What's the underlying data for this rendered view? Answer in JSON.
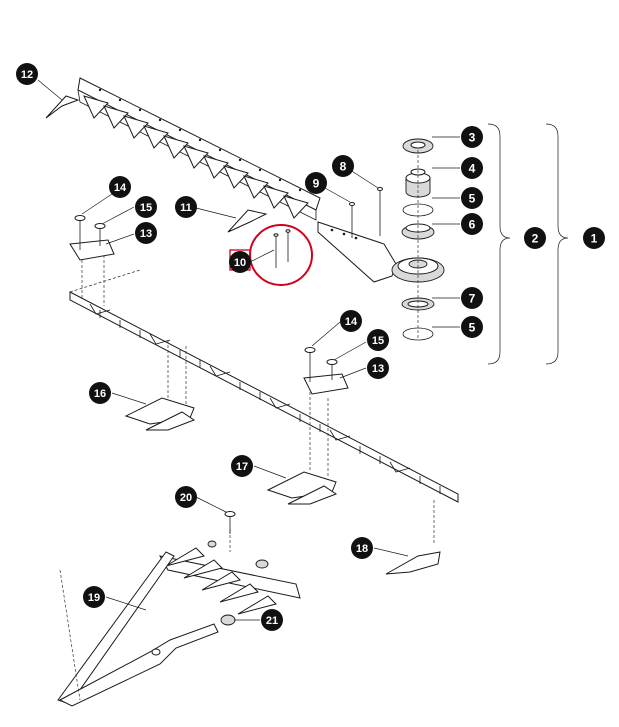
{
  "diagram": {
    "callouts": [
      "1",
      "2",
      "3",
      "4",
      "5",
      "5",
      "6",
      "7",
      "8",
      "9",
      "10",
      "11",
      "12",
      "13",
      "13",
      "14",
      "14",
      "15",
      "15",
      "16",
      "17",
      "18",
      "19",
      "20",
      "21"
    ],
    "highlight_color": "#d0021b",
    "callout_fill": "#111111"
  }
}
